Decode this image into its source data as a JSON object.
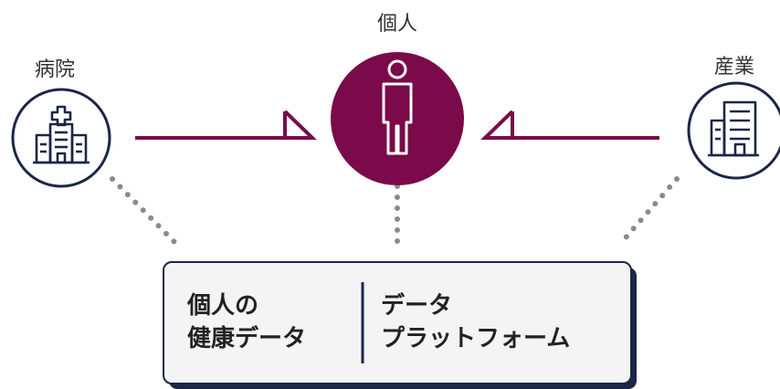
{
  "nodes": {
    "individual": {
      "label": "個人",
      "icon": "person-icon"
    },
    "hospital": {
      "label": "病院",
      "icon": "hospital-icon"
    },
    "industry": {
      "label": "産業",
      "icon": "office-building-icon"
    }
  },
  "platform": {
    "left_lines": [
      "個人の",
      "健康データ"
    ],
    "right_lines": [
      "データ",
      "プラットフォーム"
    ]
  },
  "colors": {
    "accent": "#7a0a4a",
    "navy": "#1c2647",
    "dots": "#8a8a8a",
    "box_fill": "#f4f4f4"
  }
}
